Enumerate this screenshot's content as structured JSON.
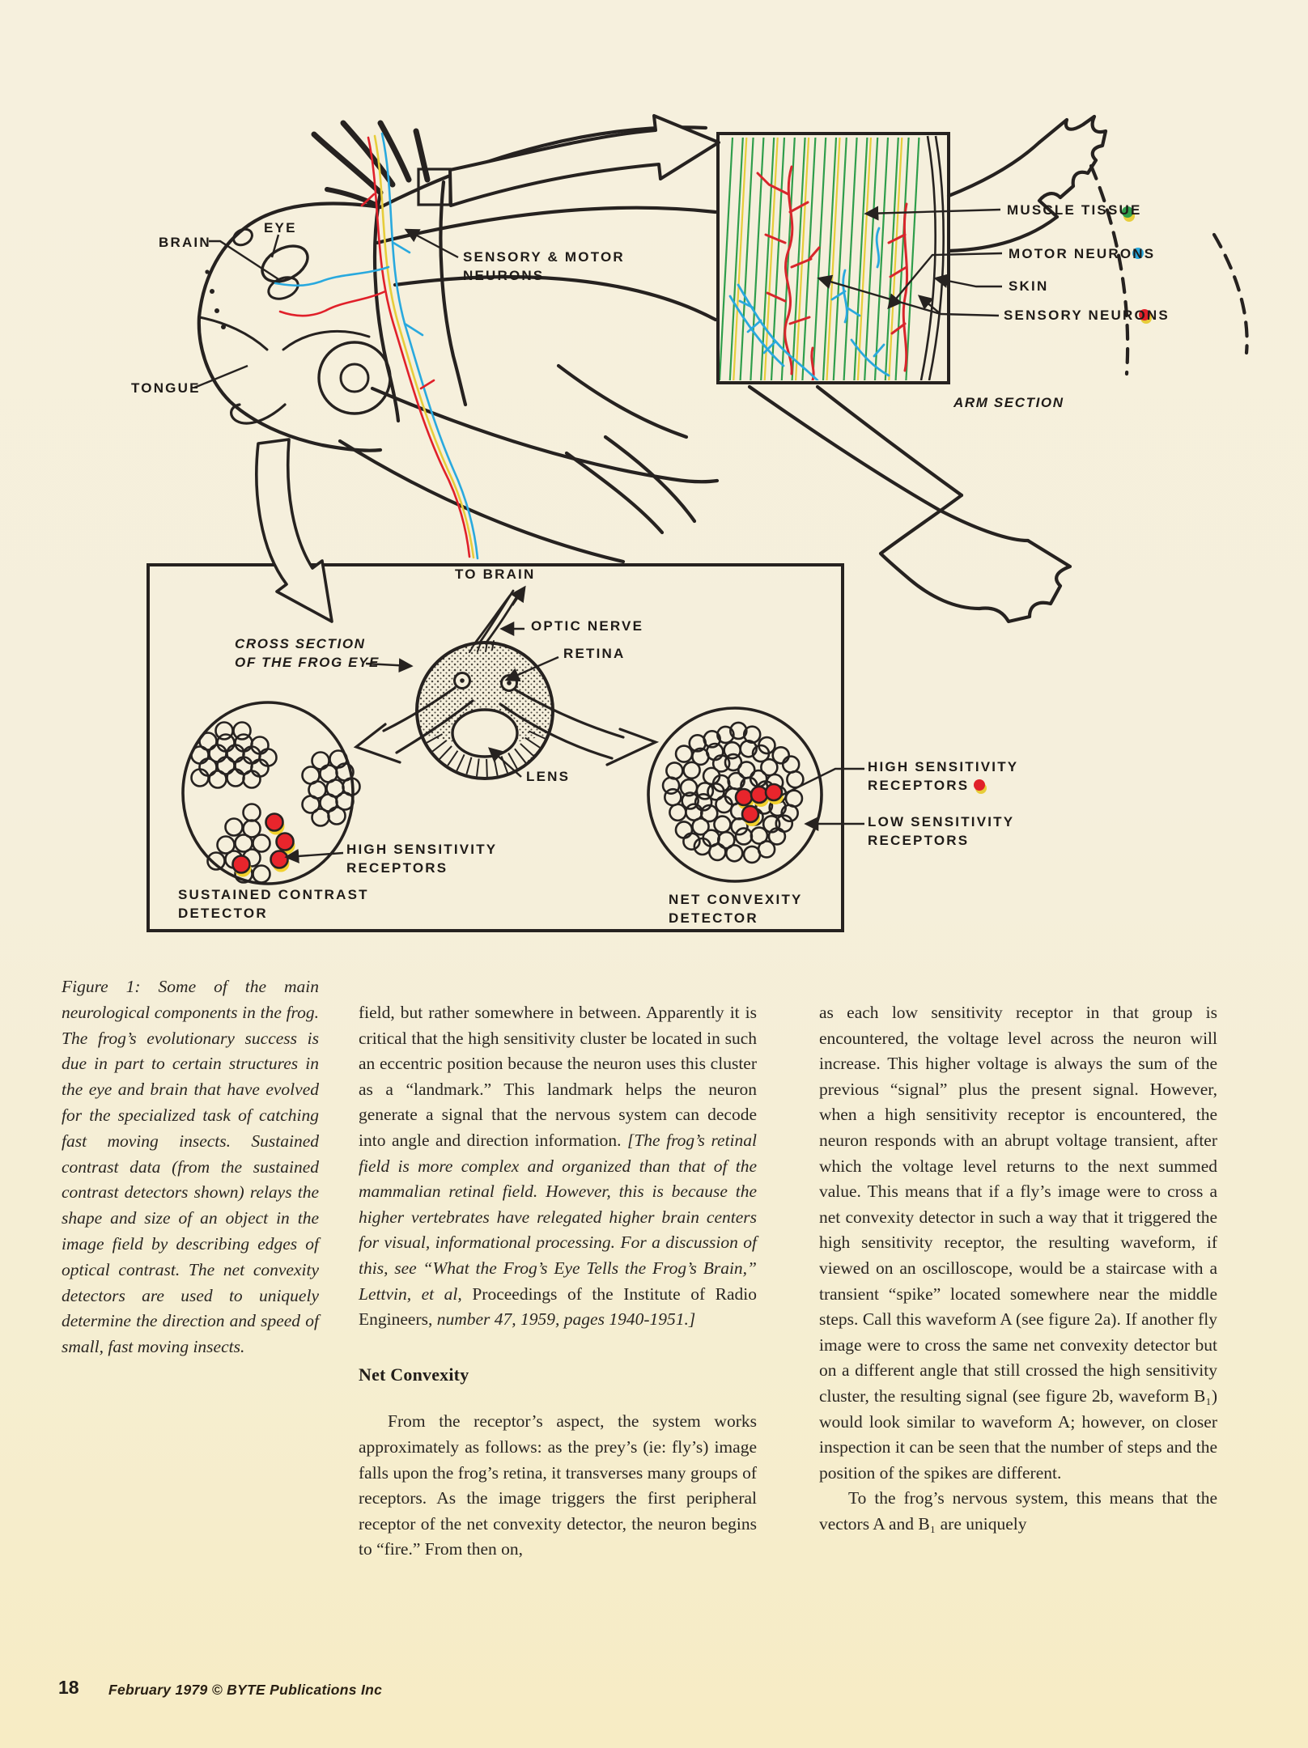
{
  "page": {
    "number": "18",
    "footer": "February 1979 © BYTE Publications Inc"
  },
  "figure1": {
    "frog": {
      "brain": "BRAIN",
      "eye": "EYE",
      "tongue": "TONGUE",
      "sensory_motor_line1": "SENSORY & MOTOR",
      "sensory_motor_line2": "NEURONS"
    },
    "arm_inset": {
      "muscle_tissue": "MUSCLE TISSUE",
      "motor_neurons": "MOTOR NEURONS",
      "skin": "SKIN",
      "sensory_neurons": "SENSORY NEURONS",
      "caption": "ARM SECTION"
    },
    "eye_diagram": {
      "to_brain": "TO BRAIN",
      "optic_nerve": "OPTIC NERVE",
      "retina": "RETINA",
      "cross_section_line1": "CROSS SECTION",
      "cross_section_line2": "OF THE FROG EYE",
      "lens": "LENS",
      "high_sensitivity_left_line1": "HIGH SENSITIVITY",
      "high_sensitivity_left_line2": "RECEPTORS",
      "sustained_line1": "SUSTAINED CONTRAST",
      "sustained_line2": "DETECTOR",
      "net_convexity_line1": "NET CONVEXITY",
      "net_convexity_line2": "DETECTOR",
      "high_sensitivity_right_line1": "HIGH SENSITIVITY",
      "high_sensitivity_right_line2": "RECEPTORS",
      "low_sensitivity_line1": "LOW SENSITIVITY",
      "low_sensitivity_line2": "RECEPTORS"
    },
    "legend_colors": {
      "muscle_green": "#2f9e4b",
      "nerve_yellow": "#e7cd3a",
      "motor_blue": "#29a9de",
      "sensory_red": "#e0202a",
      "ink": "#262220"
    }
  },
  "caption": {
    "text": "Figure 1: Some of the main neurological components in the frog. The frog’s evolutionary success is due in part to certain structures in the eye and brain that have evolved for the specialized task of catching fast moving insects. Sustained contrast data (from the sustained contrast detectors shown) relays the shape and size of an object in the image field by describing edges of optical contrast. The net convexity detectors are used to uniquely determine the direction and speed of small, fast moving insects."
  },
  "article": {
    "col2": {
      "para1_segments": [
        {
          "style": "roman",
          "text": "field, but rather somewhere in between. Apparently it is critical that the high sensitivity cluster be located in such an eccentric position because the neuron uses this cluster as a “landmark.” This landmark helps the neuron generate a signal that the nervous system can decode into angle and direction information. "
        },
        {
          "style": "italic",
          "text": "[The frog’s retinal field is more complex and organized than that of the mammalian retinal field. However, this is because the higher vertebrates have relegated higher brain centers for visual, informational processing. For a discussion of this, see “What the Frog’s Eye Tells the Frog’s Brain,” Lettvin, et al, "
        },
        {
          "style": "roman",
          "text": "Proceedings of the Institute of Radio Engineers, "
        },
        {
          "style": "italic",
          "text": "number 47, 1959, pages 1940-1951.]"
        }
      ],
      "heading": "Net Convexity",
      "para2": "From the receptor’s aspect, the system works approximately as follows: as the prey’s (ie: fly’s) image falls upon the frog’s retina, it transverses many groups of receptors. As the image triggers the first peripheral receptor of the net convexity detector, the neuron begins to “fire.” From then on,"
    },
    "col3": {
      "para1": "as each low sensitivity receptor in that group is encountered, the voltage level across the neuron will increase. This higher voltage is always the sum of the previous “signal” plus the present signal. However, when a high sensitivity receptor is encountered, the neuron responds with an abrupt voltage transient, after which the voltage level returns to the next summed value. This means that if a fly’s image were to cross a net convexity detector in such a way that it triggered the high sensitivity receptor, the resulting waveform, if viewed on an oscilloscope, would be a staircase with a transient “spike” located somewhere near the middle steps. Call this waveform A (see figure 2a). If another fly image were to cross the same net convexity detector but on a different angle that still crossed the high sensitivity cluster, the resulting signal (see figure 2b, waveform B₁) would look similar to waveform A; however, on closer inspection it can be seen that the number of steps and the position of the spikes are different.",
      "para2": "To the frog’s nervous system, this means that the vectors A and B₁ are uniquely"
    }
  }
}
